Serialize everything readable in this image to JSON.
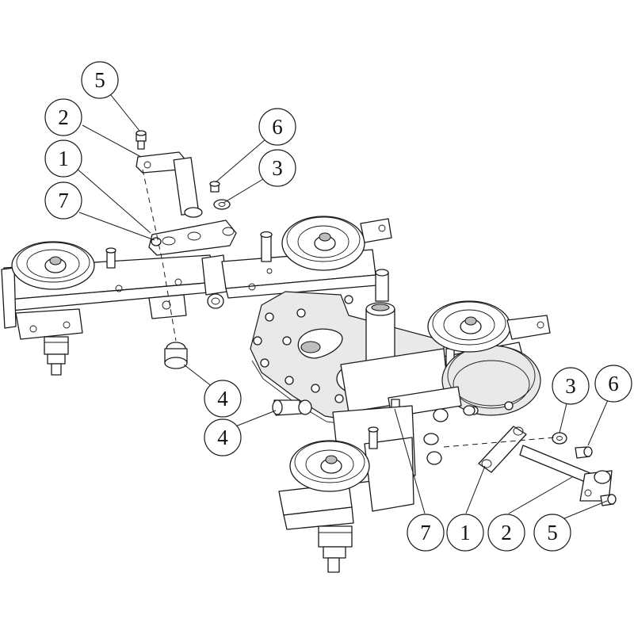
{
  "callouts": [
    {
      "id": "c1",
      "label": "5"
    },
    {
      "id": "c2",
      "label": "2"
    },
    {
      "id": "c3",
      "label": "1"
    },
    {
      "id": "c4",
      "label": "7"
    },
    {
      "id": "c5",
      "label": "6"
    },
    {
      "id": "c6",
      "label": "3"
    },
    {
      "id": "c7",
      "label": "4"
    },
    {
      "id": "c8",
      "label": "4"
    },
    {
      "id": "c9",
      "label": "3"
    },
    {
      "id": "c10",
      "label": "6"
    },
    {
      "id": "c11",
      "label": "7"
    },
    {
      "id": "c12",
      "label": "1"
    },
    {
      "id": "c13",
      "label": "2"
    },
    {
      "id": "c14",
      "label": "5"
    }
  ]
}
